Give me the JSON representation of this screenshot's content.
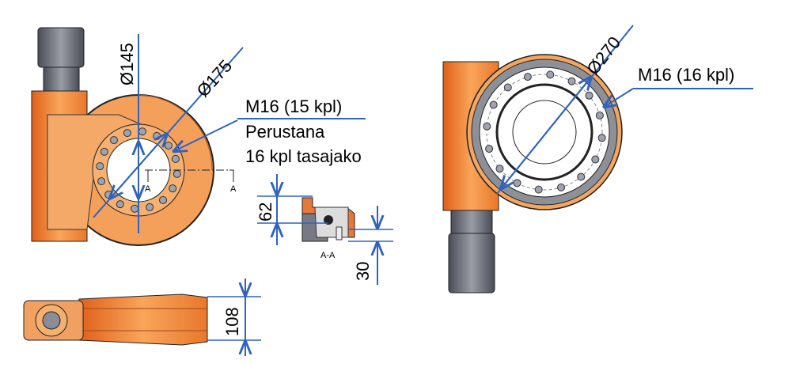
{
  "colors": {
    "dimension": "#2f63c0",
    "orange": "#f08a3a",
    "orange_light": "#f5a968",
    "grey": "#6b6e78",
    "outline": "#1a1a1a"
  },
  "left_view": {
    "dia_inner": "Ø145",
    "dia_outer": "Ø175",
    "bolt_label": "M16 (15 kpl)",
    "note_line1": "Perustana",
    "note_line2": "16 kpl tasajako",
    "section_mark": "A"
  },
  "section_view": {
    "title": "A-A",
    "dim_height": "62",
    "dim_offset": "30"
  },
  "bottom_view": {
    "dim_height": "108"
  },
  "right_view": {
    "dia": "Ø270",
    "bolt_label": "M16 (16 kpl)"
  }
}
